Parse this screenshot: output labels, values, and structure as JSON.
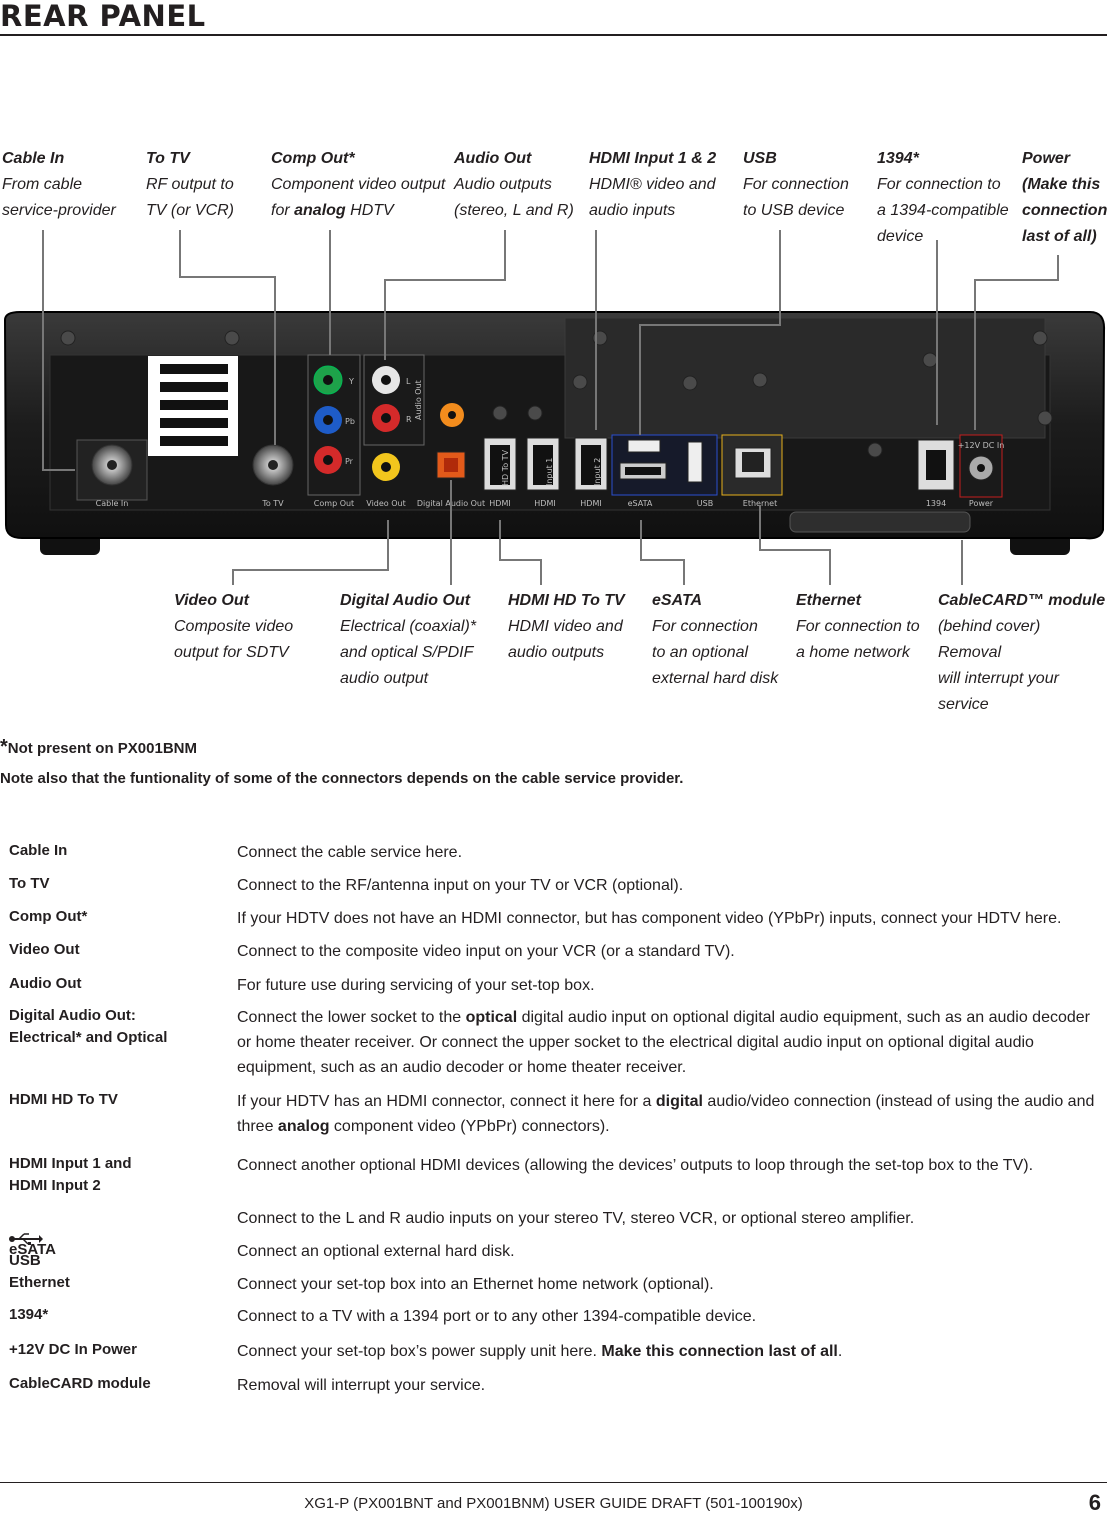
{
  "title": "REAR PANEL",
  "callouts_top": [
    {
      "id": "cable-in",
      "title": "Cable In",
      "desc": "From cable\nservice-provider"
    },
    {
      "id": "to-tv",
      "title": "To TV",
      "desc": "RF output to\nTV (or VCR)"
    },
    {
      "id": "comp-out",
      "title": "Comp Out*",
      "desc_pre": "Component video output\nfor ",
      "desc_bold": "analog",
      "desc_post": " HDTV"
    },
    {
      "id": "audio-out",
      "title": "Audio Out",
      "desc": "Audio outputs\n(stereo, L and R)"
    },
    {
      "id": "hdmi-input",
      "title": "HDMI Input 1 & 2",
      "desc": "HDMI® video and\naudio inputs"
    },
    {
      "id": "usb",
      "title": "USB",
      "desc": "For connection\nto USB device"
    },
    {
      "id": "1394",
      "title": "1394*",
      "desc": "For connection to\na 1394-compatible\ndevice"
    },
    {
      "id": "power",
      "title": "Power",
      "desc_bold": "(Make this\nconnection\nlast of all)"
    }
  ],
  "callouts_bottom": [
    {
      "id": "video-out",
      "title": "Video Out",
      "desc": "Composite video\noutput for SDTV"
    },
    {
      "id": "digital-audio-out",
      "title": "Digital Audio Out",
      "desc": "Electrical (coaxial)*\nand optical S/PDIF\naudio output"
    },
    {
      "id": "hdmi-hd-to-tv",
      "title": "HDMI HD To TV",
      "desc": "HDMI video and\naudio outputs"
    },
    {
      "id": "esata",
      "title": "eSATA",
      "desc": "For connection\nto an optional\nexternal hard disk"
    },
    {
      "id": "ethernet",
      "title": "Ethernet",
      "desc": "For connection to\na home network"
    },
    {
      "id": "cablecard",
      "title": "CableCARD™ module",
      "desc": "(behind cover) Removal\nwill interrupt your service"
    }
  ],
  "device_labels": {
    "cable_in": "Cable In",
    "to_tv": "To TV",
    "comp_out": "Comp Out",
    "video_out": "Video Out",
    "digital_audio_out": "Digital Audio Out",
    "audio_out_vertical": "Audio Out",
    "hd_to_tv": "HD To TV",
    "input_1": "Input 1",
    "input_2": "Input 2",
    "hdmi_logo": "HDMI",
    "esata": "eSATA",
    "usb": "USB",
    "ethernet": "Ethernet",
    "label_1394": "1394",
    "power": "Power",
    "dc_in": "+12V DC In",
    "y": "Y",
    "pb": "Pb",
    "pr": "Pr",
    "l": "L",
    "r": "R"
  },
  "notes": {
    "star": "*",
    "not_present": "Not present on PX001BNM",
    "functionality": "Note also that the funtionality of some of the connectors depends on the cable service provider."
  },
  "spec_rows": [
    {
      "term": "Cable In",
      "desc": "Connect the cable service here."
    },
    {
      "term": "To TV",
      "desc": "Connect to the RF/antenna input on your TV or VCR (optional)."
    },
    {
      "term": "Comp Out*",
      "desc": "If your HDTV does not have an HDMI connector, but has component video (YPbPr) inputs, connect your HDTV here."
    },
    {
      "term": "Video Out",
      "desc": "Connect to the composite video input on your VCR (or a standard TV)."
    },
    {
      "term": "Audio Out",
      "desc": "For future use during servicing of your set-top box."
    },
    {
      "term": "Digital Audio Out:\nElectrical* and Optical",
      "desc_pre": "Connect the lower socket to the ",
      "desc_bold": "optical",
      "desc_post": " digital audio input on optional digital audio equipment, such as an audio decoder or home theater receiver. Or connect the upper socket to the electrical digital audio input on optional digital audio equipment, such as an audio decoder or home theater receiver."
    },
    {
      "term": "HDMI HD To TV",
      "desc_pre": "If your HDTV has an HDMI connector, connect it here for a ",
      "desc_bold": "digital",
      "desc_mid": " audio/video connection (instead of using the audio and three ",
      "desc_bold2": "analog",
      "desc_post": " component video (YPbPr) connectors)."
    },
    {
      "term": "HDMI Input 1 and\nHDMI Input 2",
      "desc": "Connect another optional HDMI devices (allowing the devices’ outputs to loop through the set-top box to the TV)."
    },
    {
      "term": "USB",
      "icon": "usb-icon",
      "desc": "Connect to the L and R audio inputs on your stereo TV, stereo VCR, or optional stereo amplifier."
    },
    {
      "term": "eSATA",
      "desc": "Connect an optional external hard disk."
    },
    {
      "term": "Ethernet",
      "desc": "Connect your set-top box into an Ethernet home network (optional)."
    },
    {
      "term": "1394*",
      "desc": "Connect to a TV with a 1394 port or to any other 1394-compatible device."
    },
    {
      "term": "+12V DC In Power",
      "desc_pre": "Connect your set-top box’s power supply unit here. ",
      "desc_bold": "Make this connection last of all",
      "desc_post": "."
    },
    {
      "term": "CableCARD module",
      "desc": "Removal will interrupt your service."
    }
  ],
  "footer": "XG1-P (PX001BNT and PX001BNM) USER GUIDE DRAFT (501-100190x)",
  "page_number": "6"
}
